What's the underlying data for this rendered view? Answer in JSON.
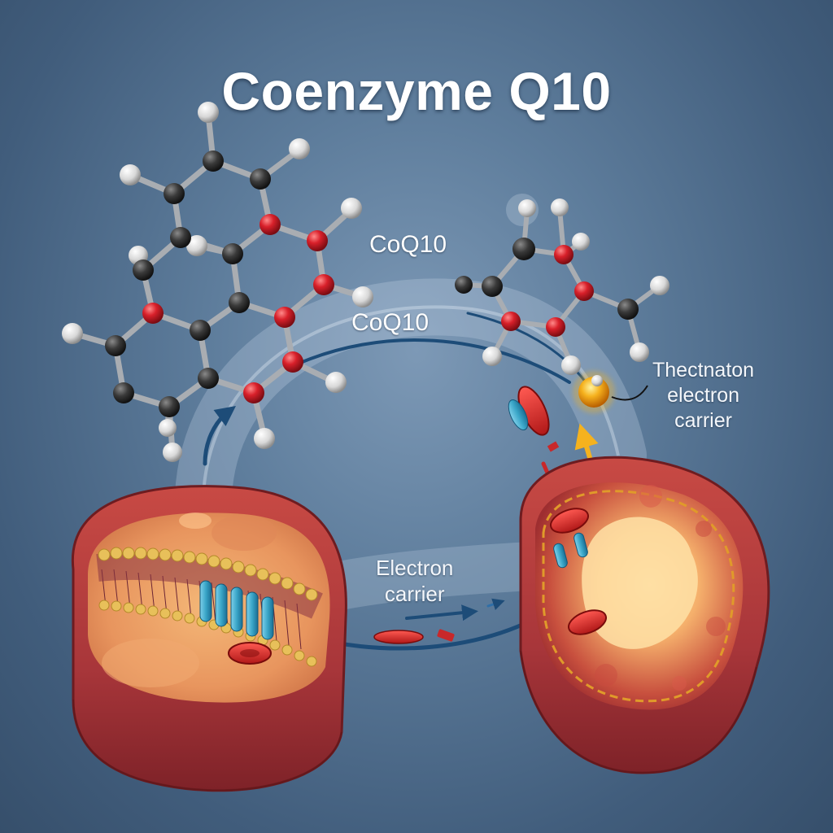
{
  "diagram": {
    "title": "Coenzyme Q10",
    "labels": {
      "coq10_top": "CoQ10",
      "coq10_arc": "CoQ10",
      "right_callout_line1": "Thectnaton",
      "right_callout_line2": "electron",
      "right_callout_line3": "carrier",
      "center_line1": "Electron",
      "center_line2": "carrier"
    },
    "colors": {
      "background": "#4a6788",
      "oxygen_atom": "#d8202a",
      "carbon_atom": "#3a3a3a",
      "hydrogen_atom": "#e6e6e6",
      "cell_wall": "#a8363a",
      "cell_interior": "#f0b070",
      "membrane_head": "#e8c05a",
      "membrane_protein": "#3aa6c8",
      "flow_arrow": "#1d4c78",
      "electron_glow": "#f6b21e"
    }
  }
}
